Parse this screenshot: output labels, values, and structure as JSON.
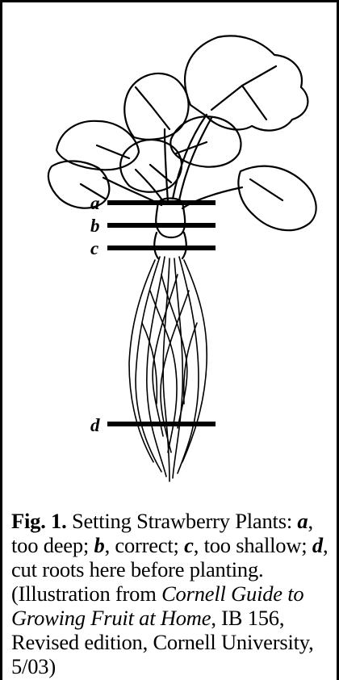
{
  "figure": {
    "labels": {
      "a": "a",
      "b": "b",
      "c": "c",
      "d": "d"
    },
    "caption": {
      "fig_number": "Fig. 1.",
      "intro": " Setting Strawberry Plants: ",
      "a_label": "a",
      "a_text": ", too deep; ",
      "b_label": "b",
      "b_text": ", correct; ",
      "c_label": "c",
      "c_text": ", too shallow; ",
      "d_label": "d",
      "d_text": ", cut roots here before planting. (Illustration from ",
      "source_title": "Cornell Guide to Growing Fruit at Home",
      "source_rest": ", IB 156, Revised edition, Cornell University, 5/03)"
    }
  },
  "colors": {
    "ink": "#000000",
    "background": "#ffffff"
  }
}
